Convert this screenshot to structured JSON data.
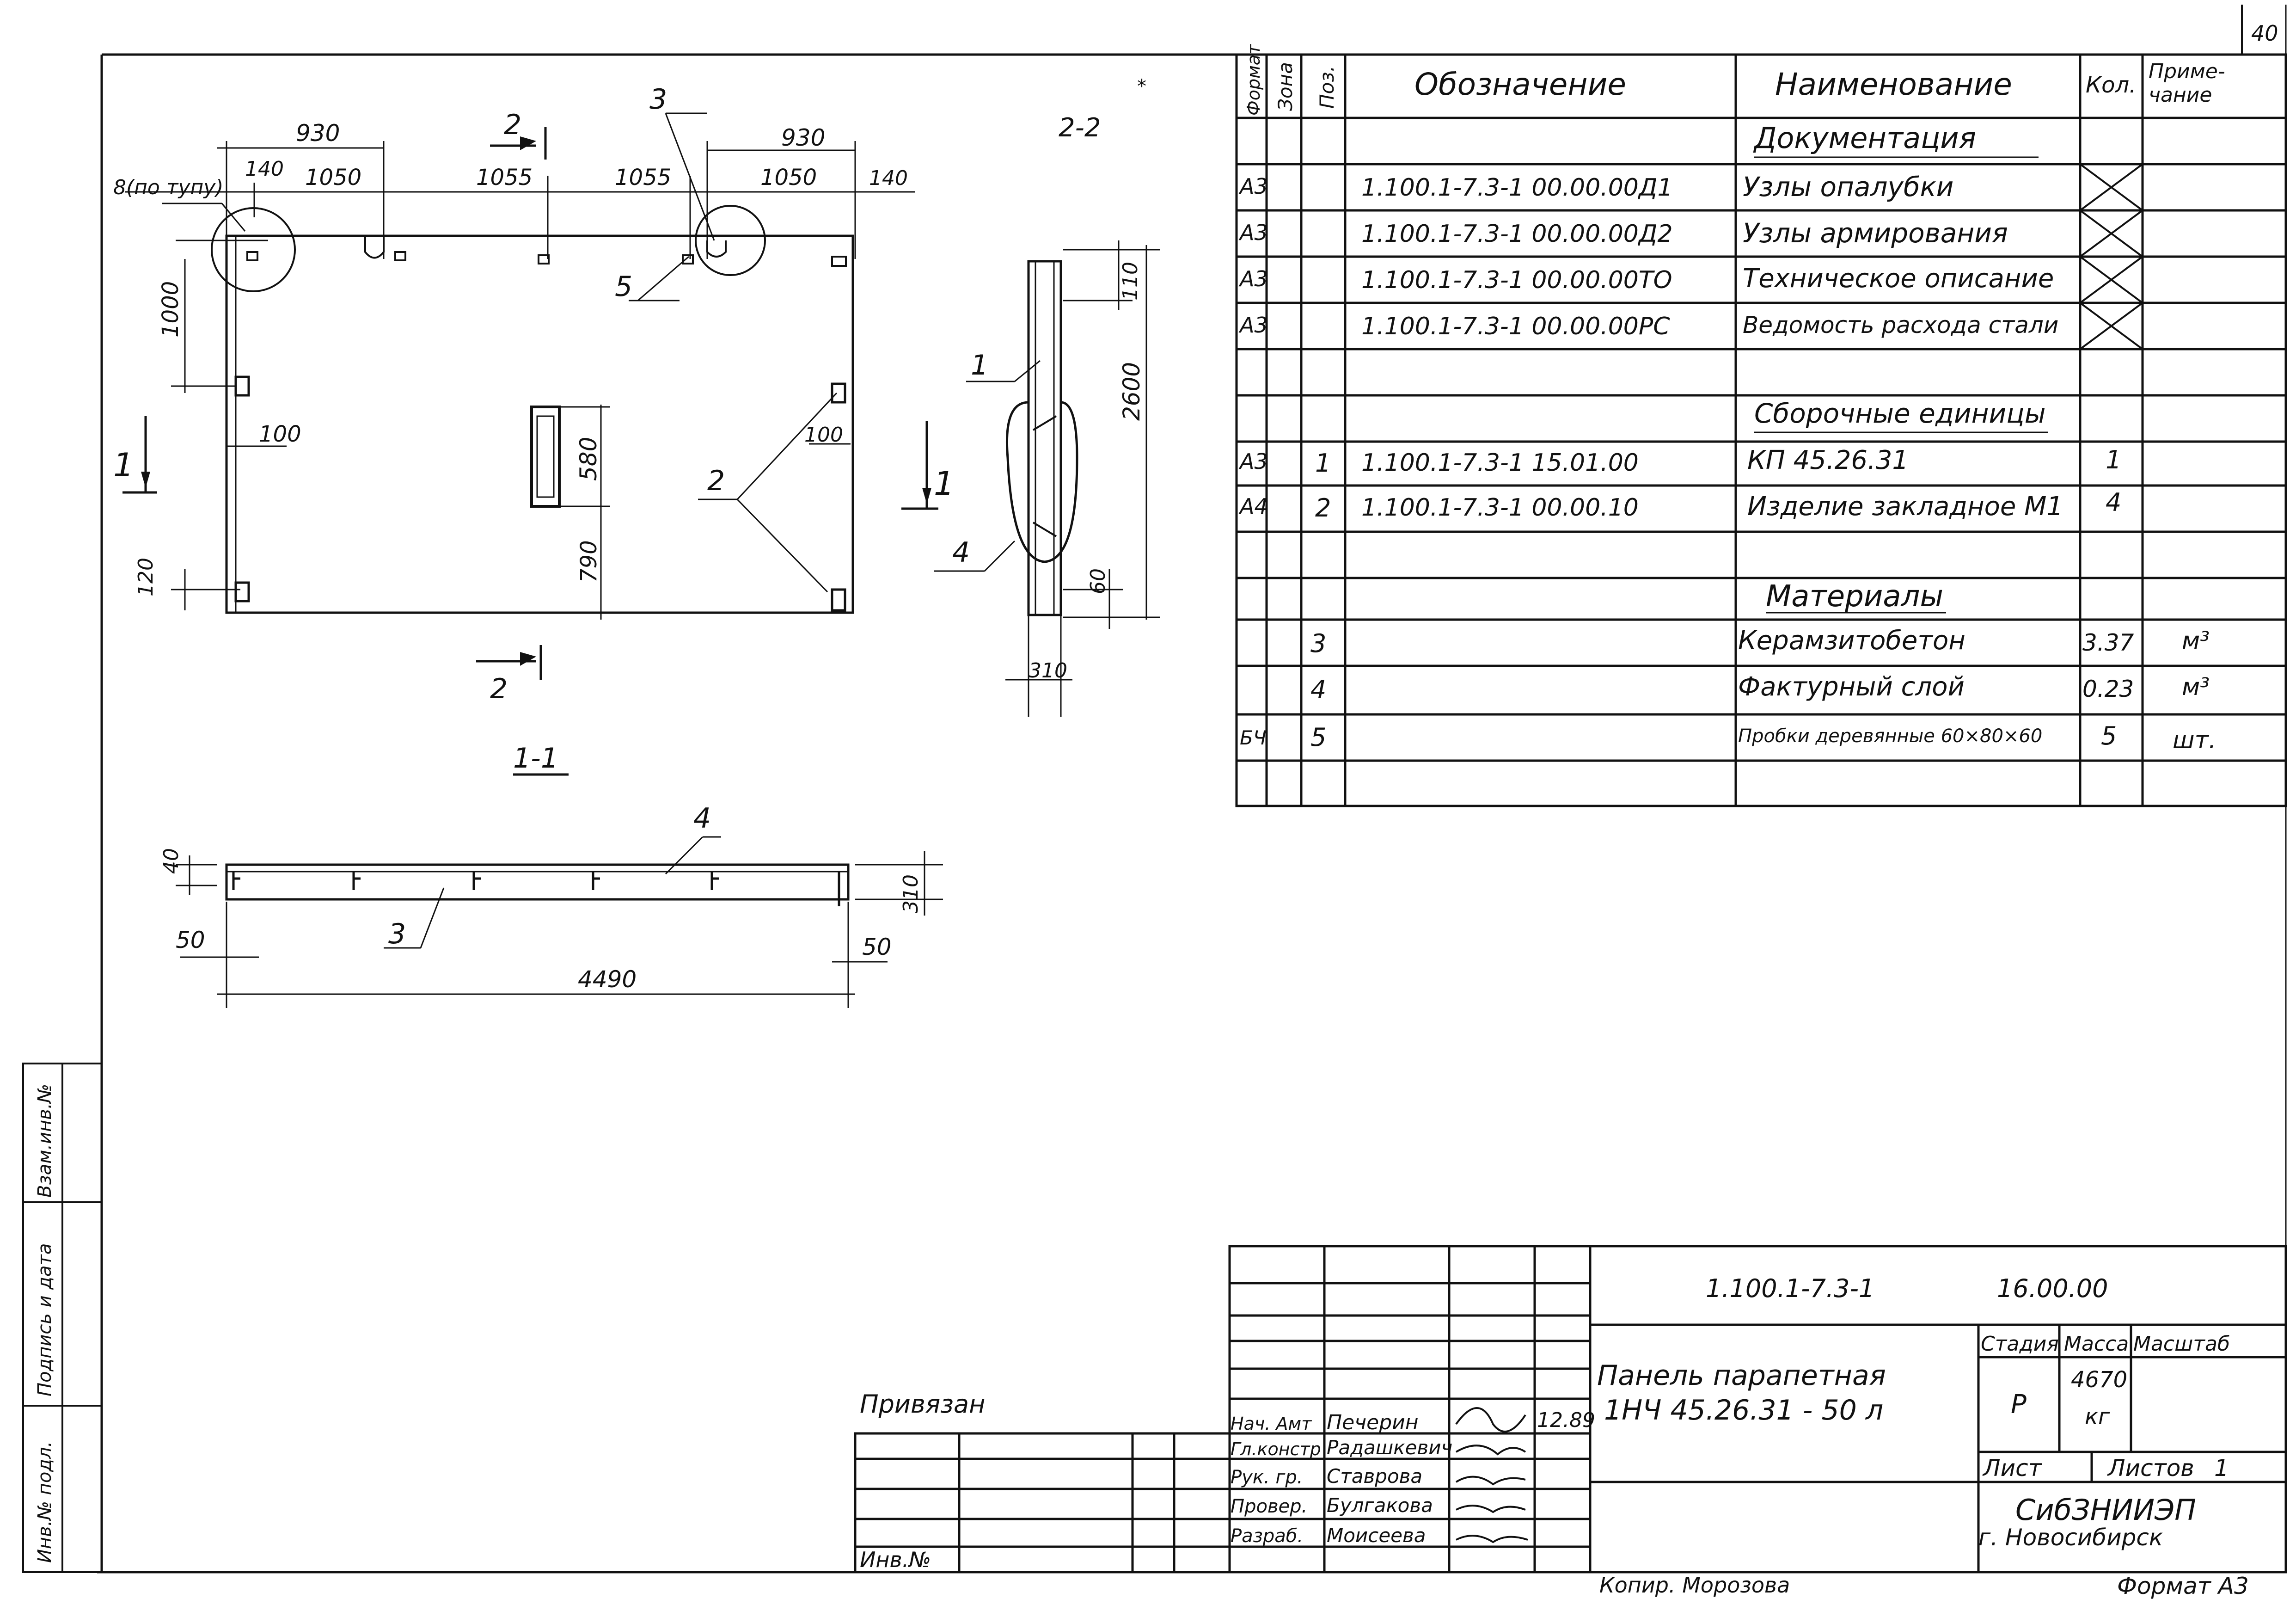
{
  "sheet_number": "40",
  "spec_table": {
    "headers": {
      "format": "Формат",
      "zone": "Зона",
      "pos": "Поз.",
      "designation": "Обозначение",
      "name": "Наименование",
      "qty": "Кол.",
      "note": "Приме-чание"
    },
    "sections": {
      "documentation": "Документация",
      "assemblies": "Сборочные единицы",
      "materials": "Материалы"
    },
    "doc_rows": [
      {
        "format": "А3",
        "designation": "1.100.1-7.3-1  00.00.00Д1",
        "name": "Узлы опалубки"
      },
      {
        "format": "А3",
        "designation": "1.100.1-7.3-1  00.00.00Д2",
        "name": "Узлы армирования"
      },
      {
        "format": "А3",
        "designation": "1.100.1-7.3-1  00.00.00ТО",
        "name": "Техническое описание"
      },
      {
        "format": "А3",
        "designation": "1.100.1-7.3-1  00.00.00РС",
        "name": "Ведомость расхода стали"
      }
    ],
    "assembly_rows": [
      {
        "format": "А3",
        "pos": "1",
        "designation": "1.100.1-7.3-1  15.01.00",
        "name": "КП 45.26.31",
        "qty": "1"
      },
      {
        "format": "А4",
        "pos": "2",
        "designation": "1.100.1-7.3-1  00.00.10",
        "name": "Изделие закладное М1",
        "qty": "4"
      }
    ],
    "material_rows": [
      {
        "format": "",
        "pos": "3",
        "name": "Керамзитобетон",
        "qty": "3.37",
        "note": "м³"
      },
      {
        "format": "",
        "pos": "4",
        "name": "Фактурный слой",
        "qty": "0.23",
        "note": "м³"
      },
      {
        "format": "БЧ",
        "pos": "5",
        "name": "Пробки деревянные 60×80×60",
        "qty": "5",
        "note": "шт."
      }
    ]
  },
  "drawing_labels": {
    "section_2_2": "2-2",
    "section_1_1": "1-1",
    "cut_2": "2",
    "cut_1": "1",
    "plan_dims_top_left": "930",
    "plan_dims_top_right": "930",
    "plan_d_140": "140",
    "plan_d_1050a": "1050",
    "plan_d_1055a": "1055",
    "plan_d_1055b": "1055",
    "plan_d_1050b": "1050",
    "plan_d_140b": "140",
    "plan_sling": "8(по тупу)",
    "plan_d_1000": "1000",
    "plan_d_100a": "100",
    "plan_d_100b": "100",
    "plan_d_580": "580",
    "plan_d_790": "790",
    "plan_d_120": "120",
    "pos_3": "3",
    "pos_5": "5",
    "pos_2": "2",
    "sec_d_110": "110",
    "sec_d_2600": "2600",
    "sec_d_60": "60",
    "sec_d_310": "310",
    "pos_1": "1",
    "pos_4": "4",
    "s11_d_40": "40",
    "s11_d_50a": "50",
    "s11_d_50b": "50",
    "s11_d_310": "310",
    "s11_d_4490": "4490",
    "s11_pos_4": "4",
    "s11_pos_3": "3",
    "star": "*"
  },
  "title_block": {
    "code": "1.100.1-7.3-1",
    "code_suffix": "16.00.00",
    "title_line1": "Панель парапетная",
    "title_line2": "1НЧ 45.26.31 - 50 л",
    "stage_label": "Стадия",
    "stage": "Р",
    "mass_label": "Масса",
    "mass": "4670",
    "mass_unit": "кг",
    "scale_label": "Масштаб",
    "sheet_label": "Лист",
    "sheets_label": "Листов",
    "sheets": "1",
    "org": "СибЗНИИЭП",
    "city": "г. Новосибирск",
    "bound_label": "Привязан",
    "inv_label": "Инв.№",
    "date": "12.89",
    "roles": [
      {
        "role": "Нач. Амт",
        "name": "Печерин"
      },
      {
        "role": "Гл.констр",
        "name": "Радашкевич"
      },
      {
        "role": "Рук. гр.",
        "name": "Ставрова"
      },
      {
        "role": "Провер.",
        "name": "Булгакова"
      },
      {
        "role": "Разраб.",
        "name": "Моисеева"
      }
    ]
  },
  "side_stamp": {
    "inv_podl": "Инв.№ подл.",
    "sign_date": "Подпись и дата",
    "vzam_inv": "Взам.инв.№"
  },
  "footer": {
    "copied": "Копир. Морозова",
    "format": "Формат А3"
  }
}
